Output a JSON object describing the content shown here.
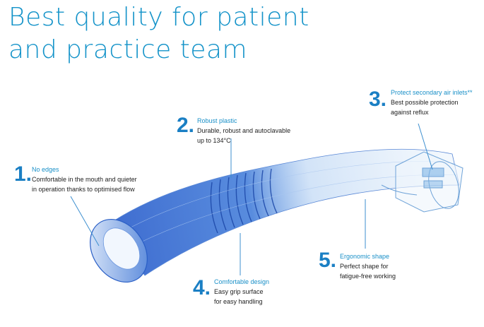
{
  "title": {
    "line1": "Best quality for patient",
    "line2": "and practice team"
  },
  "features": [
    {
      "number": "1.",
      "heading": "No edges",
      "lines": [
        "Comfortable in the mouth and quieter",
        "in operation thanks to optimised flow"
      ]
    },
    {
      "number": "2.",
      "heading": "Robust plastic",
      "lines": [
        "Durable, robust and autoclavable",
        "up to 134°C"
      ]
    },
    {
      "number": "3.",
      "heading": "Protect secondary air inlets**",
      "lines": [
        "Best possible protection",
        "against reflux"
      ]
    },
    {
      "number": "4.",
      "heading": "Comfortable design",
      "lines": [
        "Easy grip surface",
        "for easy handling"
      ]
    },
    {
      "number": "5.",
      "heading": "Ergonomic shape",
      "lines": [
        "Perfect shape for",
        "fatigue-free working"
      ]
    }
  ],
  "colors": {
    "accent": "#1a90c8",
    "title": "#1493c9",
    "tube": "#2d6fd1",
    "text": "#222222"
  }
}
